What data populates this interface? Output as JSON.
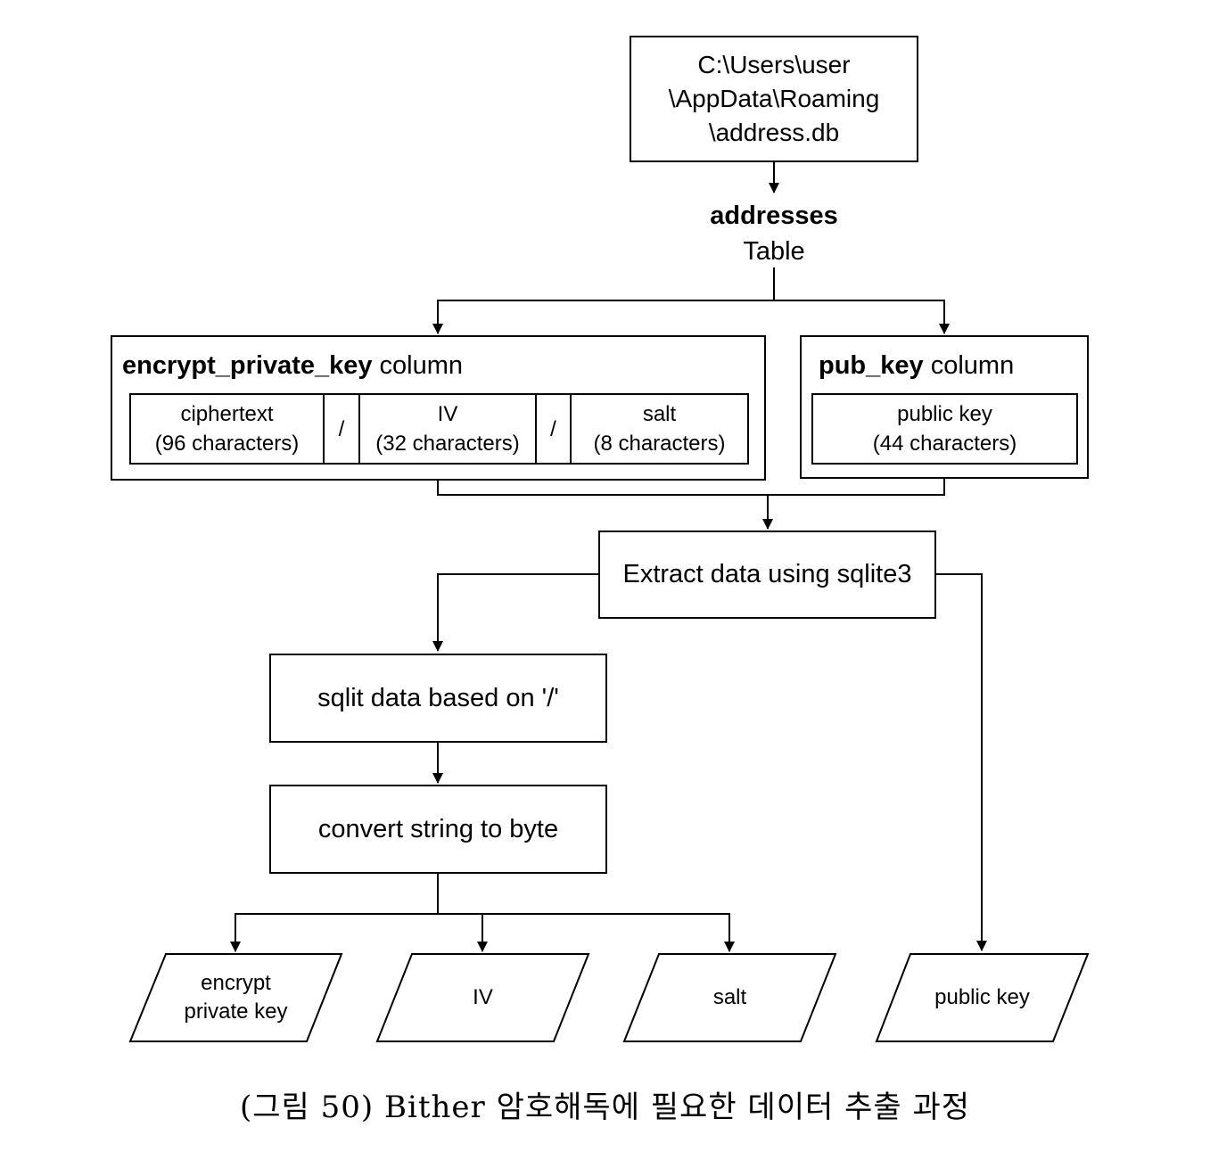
{
  "source": {
    "line1": "C:\\Users\\user",
    "line2": "\\AppData\\Roaming",
    "line3": "\\address.db"
  },
  "table": {
    "name": "addresses",
    "label": "Table"
  },
  "encrypt_column": {
    "name": "encrypt_private_key",
    "suffix": " column",
    "cells": [
      {
        "line1": "ciphertext",
        "line2": "(96 characters)"
      },
      {
        "line1": "/"
      },
      {
        "line1": "IV",
        "line2": "(32 characters)"
      },
      {
        "line1": "/"
      },
      {
        "line1": "salt",
        "line2": "(8 characters)"
      }
    ]
  },
  "pub_column": {
    "name": "pub_key",
    "suffix": " column",
    "cell": {
      "line1": "public key",
      "line2": "(44 characters)"
    }
  },
  "steps": {
    "extract": "Extract data using sqlite3",
    "split": "sqlit data based on '/'",
    "convert": "convert string to byte"
  },
  "outputs": {
    "encrypt": {
      "line1": "encrypt",
      "line2": "private key"
    },
    "iv": "IV",
    "salt": "salt",
    "public": "public key"
  },
  "caption": "(그림 50) Bither 암호해독에 필요한 데이터 추출 과정"
}
